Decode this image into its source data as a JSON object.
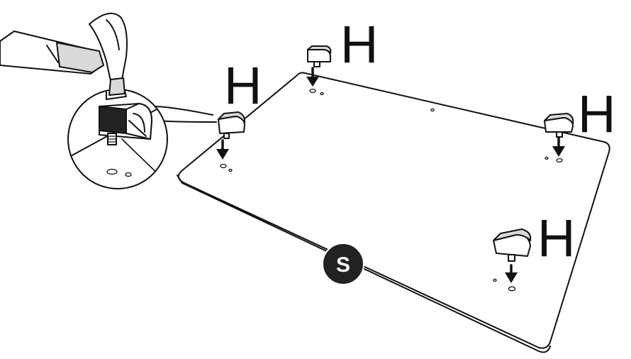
{
  "diagram": {
    "part_label": "H",
    "board_label": "S",
    "colors": {
      "line": "#111111",
      "badge_fill": "#222222",
      "badge_text": "#ffffff",
      "background": "#ffffff"
    },
    "icons": [
      "hammer-icon",
      "magnifier-circle",
      "glide-foot-icon",
      "down-arrow-icon"
    ]
  }
}
